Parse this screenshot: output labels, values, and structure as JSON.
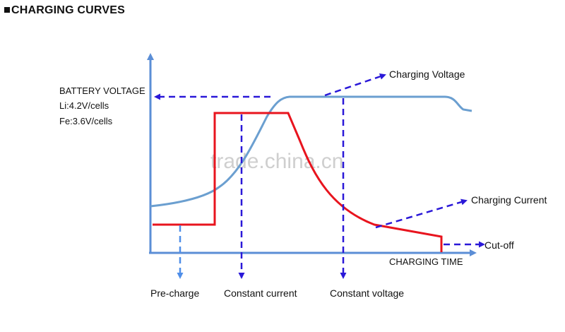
{
  "title": "CHARGING CURVES",
  "y_axis_label": "BATTERY VOLTAGE",
  "voltage_notes": [
    "Li:4.2V/cells",
    "Fe:3.6V/cells"
  ],
  "x_axis_label": "CHARGING TIME",
  "curve_labels": {
    "voltage": "Charging Voltage",
    "current": "Charging Current",
    "cutoff": "Cut-off"
  },
  "stage_labels": {
    "precharge": "Pre-charge",
    "constant_current": "Constant current",
    "constant_voltage": "Constant voltage"
  },
  "watermark": "trade.china.cn",
  "colors": {
    "voltage_curve": "#6b9fd0",
    "current_curve": "#e8141e",
    "dashed_arrows": "#2a18d8",
    "precharge_arrow": "#4f8ee8",
    "axes": "#5b8ed6"
  }
}
